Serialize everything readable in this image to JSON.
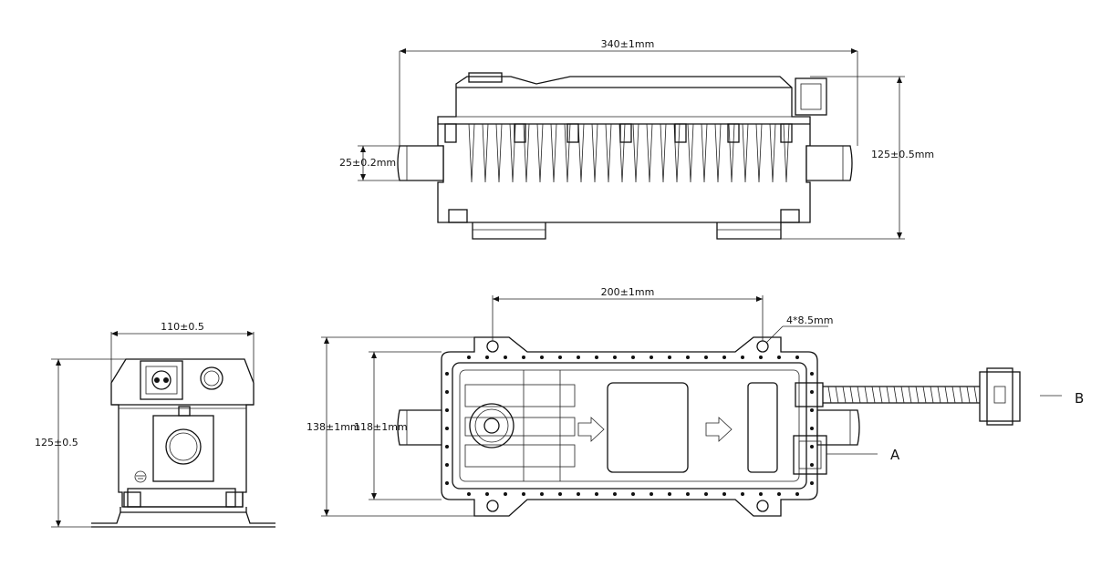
{
  "labels": {
    "top_length": "340±1mm",
    "top_pipe_diameter": "25±0.2mm",
    "top_height": "125±0.5mm",
    "side_width": "110±0.5",
    "side_height": "125±0.5",
    "plan_hole_spacing": "200±1mm",
    "plan_hole_size": "4*8.5mm",
    "plan_outer_width": "138±1mm",
    "plan_inner_width": "118±1mm",
    "callout_a": "A",
    "callout_b": "B"
  }
}
